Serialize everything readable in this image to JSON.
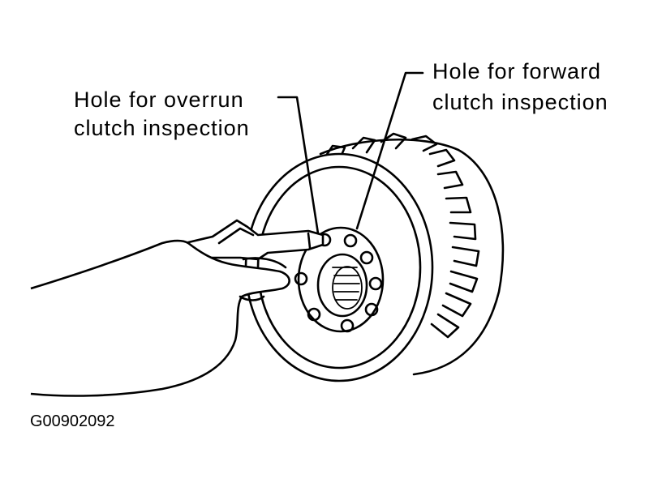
{
  "labels": {
    "overrun_line1": "Hole for overrun",
    "overrun_line2": "clutch inspection",
    "forward_line1": "Hole for forward",
    "forward_line2": "clutch inspection"
  },
  "figure_code": "G00902092"
}
